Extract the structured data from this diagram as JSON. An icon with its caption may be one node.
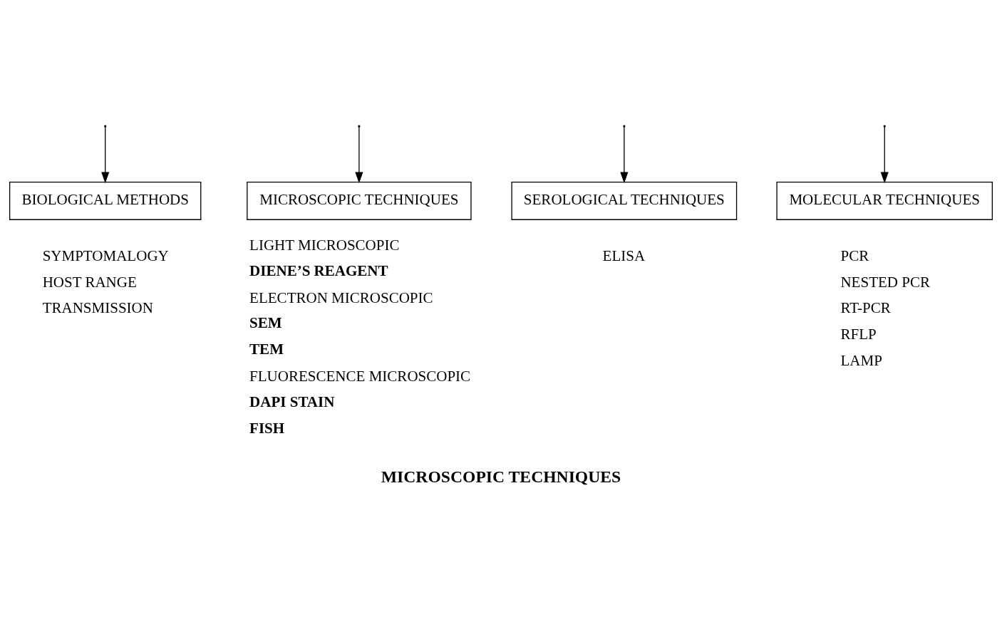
{
  "diagram": {
    "caption": "MICROSCOPIC TECHNIQUES",
    "nodes": [
      {
        "text": [
          "BIOLOGICAL METHODS"
        ],
        "beside": [
          "SYMPTOMALOGY",
          "HOST RANGE",
          "TRANSMISSION"
        ]
      },
      {
        "text": [
          "MICROSCOPIC TECHNIQUES"
        ],
        "beside": [
          "LIGHT MICROSCOPIC",
          "DIENE’S REAGENT",
          "ELECTRON MICROSCOPIC",
          "SEM",
          "TEM",
          "FLUORESCENCE MICROSCOPIC",
          "DAPI STAIN",
          "FISH"
        ]
      },
      {
        "text": [
          "SEROLOGICAL TECHNIQUES"
        ],
        "beside": [
          "ELISA"
        ]
      },
      {
        "text": [
          "MOLECULAR TECHNIQUES"
        ],
        "beside": [
          "PCR",
          "NESTED PCR",
          "RT-PCR",
          "RFLP",
          "LAMP"
        ]
      }
    ],
    "edges": [
      {
        "from": null,
        "to": 0,
        "arrow": "to"
      },
      {
        "from": null,
        "to": 1,
        "arrow": "to"
      },
      {
        "from": null,
        "to": 2,
        "arrow": "to"
      },
      {
        "from": null,
        "to": 3,
        "arrow": "to"
      }
    ]
  }
}
